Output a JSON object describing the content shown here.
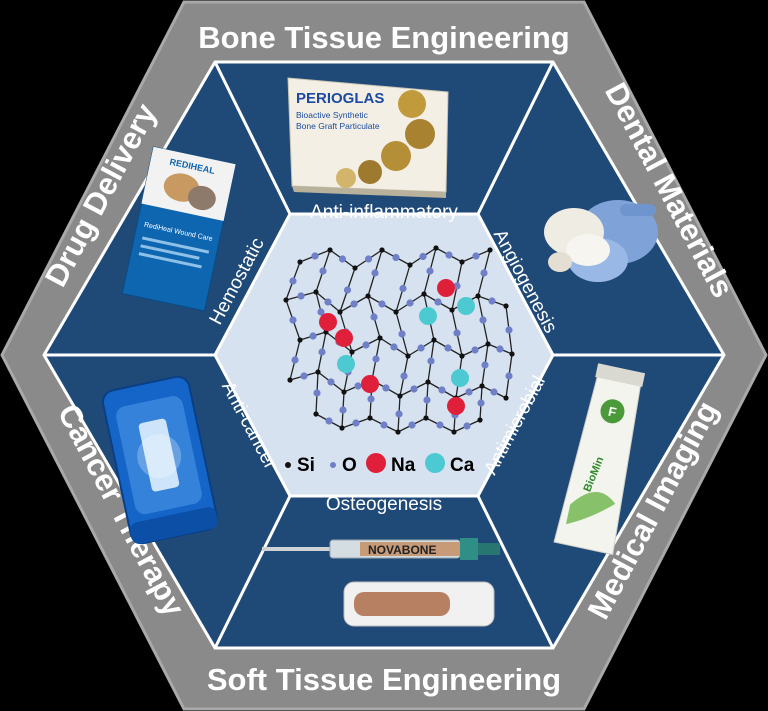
{
  "outer_labels": {
    "top": "Bone Tissue Engineering",
    "upper_right": "Dental Materials",
    "lower_right": "Medical Imaging",
    "bottom": "Soft Tissue Engineering",
    "lower_left": "Cancer Therapy",
    "upper_left": "Drug Delivery"
  },
  "inner_labels": {
    "top": "Anti-inflammatory",
    "upper_right": "Angiogenesis",
    "lower_right": "Antimicrobial",
    "bottom": "Osteogenesis",
    "lower_left": "Anti-cancer",
    "upper_left": "Hemostatic"
  },
  "legend": [
    {
      "symbol": "Si",
      "color": "#111111"
    },
    {
      "symbol": "O",
      "color": "#6f7fc8"
    },
    {
      "symbol": "Na",
      "color": "#e0203a"
    },
    {
      "symbol": "Ca",
      "color": "#4dc9d1"
    }
  ],
  "products": {
    "perioglas": {
      "brand": "PERIOGLAS",
      "line1": "Bioactive Synthetic",
      "line2": "Bone Graft Particulate"
    },
    "rediheal": {
      "brand": "REDIHEAL",
      "caption": "RediHeal Wound Care"
    },
    "novabone": {
      "brand": "NOVABONE"
    },
    "biomin": {
      "brand": "BioMin",
      "badge": "F"
    }
  },
  "colors": {
    "outer_ring": "#8a8a8a",
    "panel": "#1f4a78",
    "panel_border": "#ffffff",
    "center_fill": "#d6e2ef"
  }
}
